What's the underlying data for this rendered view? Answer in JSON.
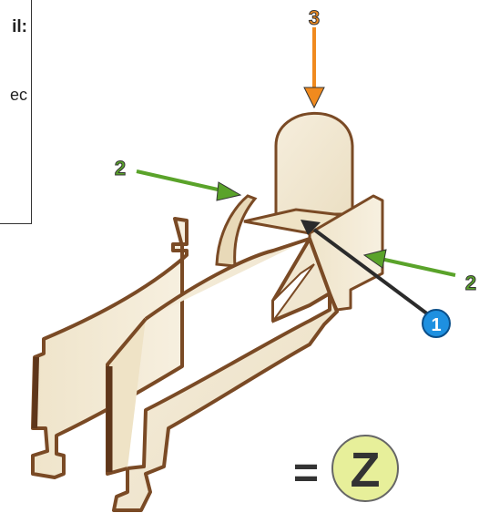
{
  "note": {
    "top_text": "il:",
    "fragment_text": "ec"
  },
  "callouts": {
    "label_3": "3",
    "label_2_left": "2",
    "label_2_right": "2",
    "label_1": "1",
    "equals_sign": "=",
    "part_letter": "Z"
  },
  "colors": {
    "orange_arrow": "#f08a1e",
    "green_arrow": "#5aa32a",
    "dark_arrow": "#2b2b2b",
    "blue_badge": "#1e90e0",
    "badge_fill": "#e7ef9a",
    "wood_face": "#f3ead6",
    "wood_edge": "#7a4a25"
  }
}
